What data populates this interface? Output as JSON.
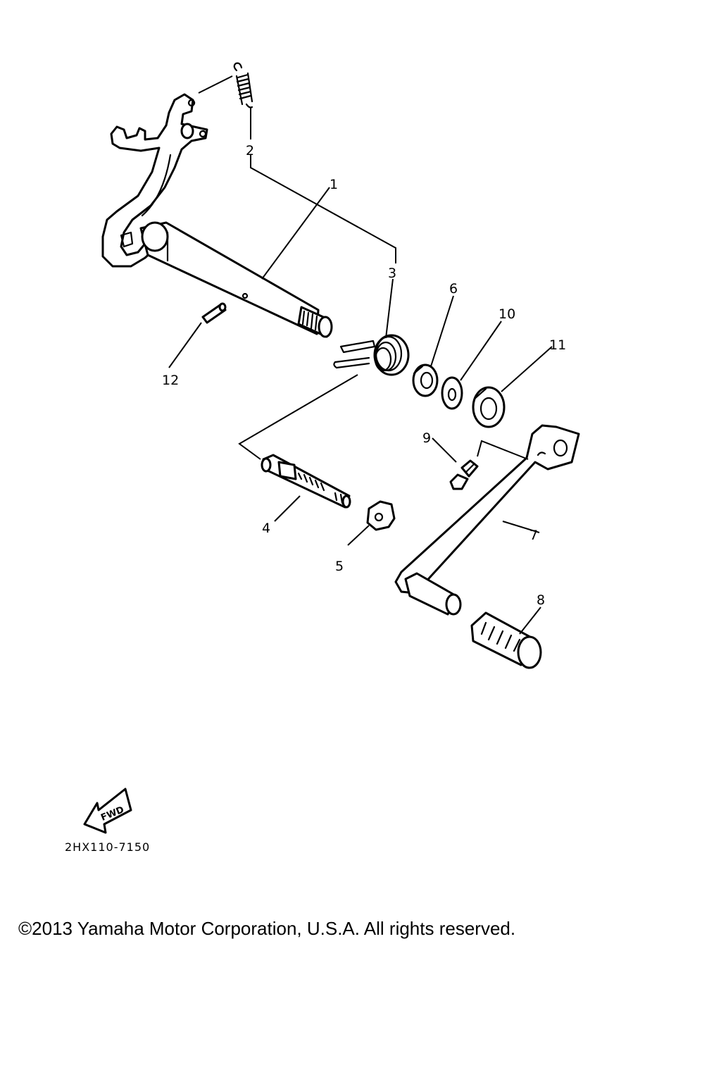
{
  "callouts": [
    "1",
    "2",
    "3",
    "4",
    "5",
    "6",
    "7",
    "8",
    "9",
    "10",
    "11",
    "12"
  ],
  "fwd_label": "FWD",
  "diagram_code": "2HX110-7150",
  "copyright": "©2013 Yamaha Motor Corporation, U.S.A. All rights reserved."
}
